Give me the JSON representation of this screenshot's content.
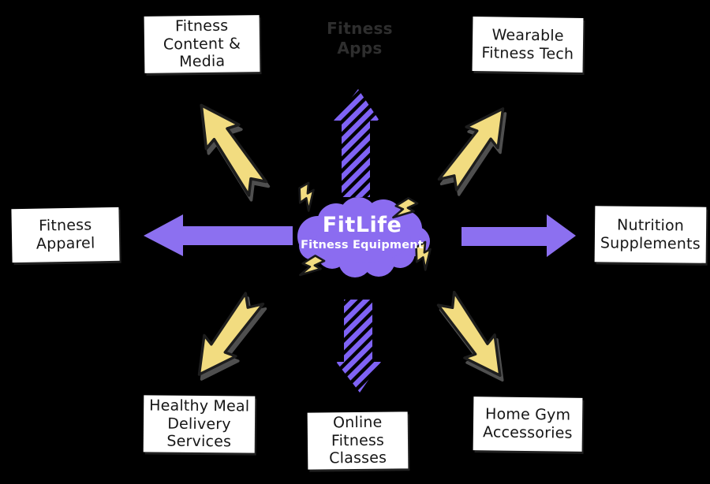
{
  "diagram": {
    "center": {
      "title": "FitLife",
      "subtitle": "Fitness Equipment",
      "shape": "cloud"
    },
    "nodes": {
      "top_left": {
        "label": "Fitness Content & Media",
        "lines": [
          "Fitness",
          "Content &",
          "Media"
        ]
      },
      "top_center": {
        "label": "Fitness Apps",
        "lines": [
          "Fitness",
          "Apps"
        ],
        "dimmed": true
      },
      "top_right": {
        "label": "Wearable Fitness Tech",
        "lines": [
          "Wearable",
          "Fitness Tech"
        ]
      },
      "left": {
        "label": "Fitness Apparel",
        "lines": [
          "Fitness",
          "Apparel"
        ]
      },
      "right": {
        "label": "Nutrition Supplements",
        "lines": [
          "Nutrition",
          "Supplements"
        ]
      },
      "bottom_left": {
        "label": "Healthy Meal Delivery Services",
        "lines": [
          "Healthy Meal",
          "Delivery",
          "Services"
        ]
      },
      "bottom_center": {
        "label": "Online Fitness Classes",
        "lines": [
          "Online",
          "Fitness",
          "Classes"
        ]
      },
      "bottom_right": {
        "label": "Home Gym Accessories",
        "lines": [
          "Home Gym",
          "Accessories"
        ]
      }
    },
    "arrows": [
      {
        "to": "top_left",
        "style": "hand-drawn",
        "color": "#f2dc80"
      },
      {
        "to": "top_center",
        "style": "hatched",
        "color": "#7f63f5"
      },
      {
        "to": "top_right",
        "style": "hand-drawn",
        "color": "#f2dc80"
      },
      {
        "to": "left",
        "style": "solid",
        "color": "#8c70f0"
      },
      {
        "to": "right",
        "style": "solid",
        "color": "#8c70f0"
      },
      {
        "to": "bottom_left",
        "style": "hand-drawn",
        "color": "#f2dc80"
      },
      {
        "to": "bottom_center",
        "style": "hatched",
        "color": "#7f63f5"
      },
      {
        "to": "bottom_right",
        "style": "hand-drawn",
        "color": "#f2dc80"
      }
    ],
    "decorations": [
      {
        "icon": "lightning-icon",
        "position": "cloud-top-left"
      },
      {
        "icon": "lightning-icon",
        "position": "cloud-top-right"
      },
      {
        "icon": "lightning-icon",
        "position": "cloud-bottom-left"
      },
      {
        "icon": "lightning-icon",
        "position": "cloud-bottom-right"
      }
    ],
    "colors": {
      "background": "#000000",
      "cloud": "#8b6cf0",
      "purple_arrow": "#8c70f0",
      "hatch_stripe": "#7f63f5",
      "yellow_arrow": "#f2dc80",
      "arrow_outline": "#1d1d1d",
      "arrow_shadow": "#4f4f4f",
      "box_bg": "#ffffff",
      "box_text": "#161616",
      "dimmed_text": "#2e2e2e",
      "center_text": "#ffffff"
    }
  }
}
